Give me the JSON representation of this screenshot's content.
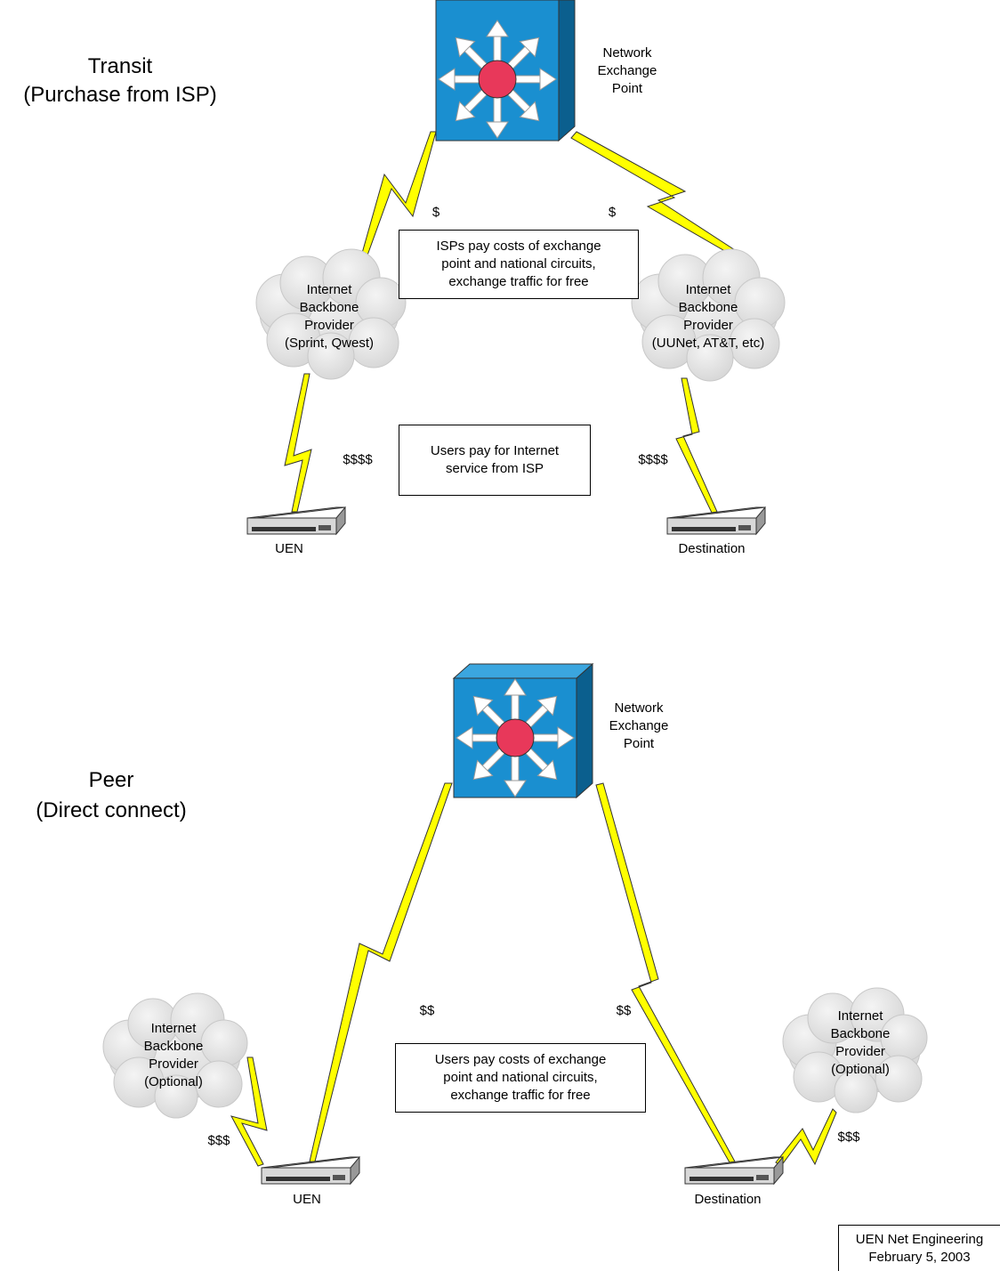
{
  "transit": {
    "title": "Transit",
    "subtitle": "(Purchase from ISP)",
    "exchange_label": [
      "Network",
      "Exchange",
      "Point"
    ],
    "cost_left": "$",
    "cost_right": "$",
    "note_exchange": [
      "ISPs pay costs of exchange",
      "point and national circuits,",
      "exchange traffic for free"
    ],
    "left_cloud": [
      "Internet",
      "Backbone",
      "Provider",
      "(Sprint, Qwest)"
    ],
    "right_cloud": [
      "Internet",
      "Backbone",
      "Provider",
      "(UUNet, AT&T, etc)"
    ],
    "cost_user_left": "$$$$",
    "cost_user_right": "$$$$",
    "note_users": [
      "Users pay for Internet",
      "service from ISP"
    ],
    "left_device": "UEN",
    "right_device": "Destination"
  },
  "peer": {
    "title": "Peer",
    "subtitle": "(Direct connect)",
    "exchange_label": [
      "Network",
      "Exchange",
      "Point"
    ],
    "cost_left": "$$",
    "cost_right": "$$",
    "note": [
      "Users pay costs of exchange",
      "point and national circuits,",
      "exchange traffic for free"
    ],
    "left_cloud": [
      "Internet",
      "Backbone",
      "Provider",
      "(Optional)"
    ],
    "right_cloud": [
      "Internet",
      "Backbone",
      "Provider",
      "(Optional)"
    ],
    "cost_cloud_left": "$$$",
    "cost_cloud_right": "$$$",
    "left_device": "UEN",
    "right_device": "Destination"
  },
  "footer": {
    "line1": "UEN Net Engineering",
    "line2": "February 5, 2003"
  },
  "colors": {
    "switch_face": "#1a8fd0",
    "switch_side": "#0b5f8e",
    "hub_red": "#e8385a",
    "bolt": "#ffff00",
    "cloud": "#e6e6e6"
  }
}
